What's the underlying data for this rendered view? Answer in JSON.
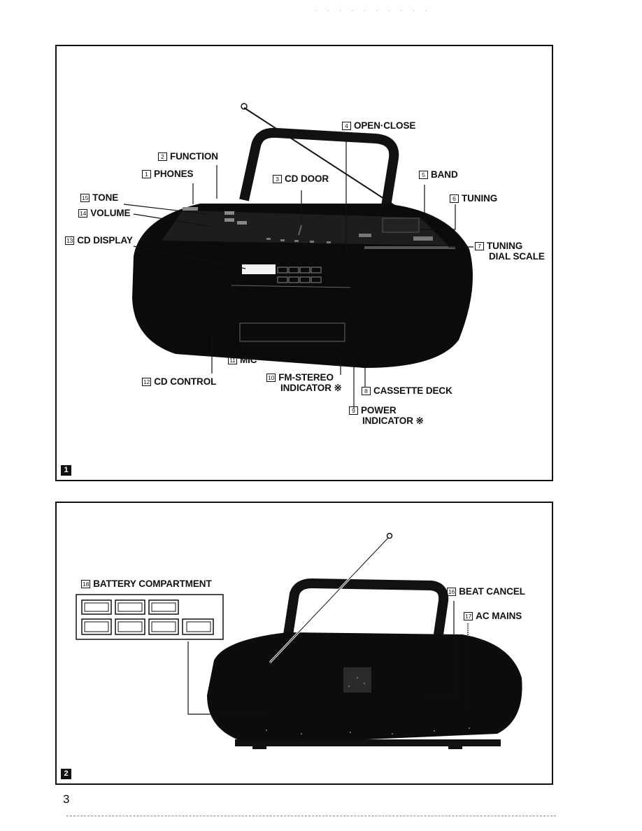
{
  "figure1": {
    "number": "1",
    "labels": {
      "phones": {
        "num": "1",
        "text": "PHONES"
      },
      "function": {
        "num": "2",
        "text": "FUNCTION"
      },
      "cd_door": {
        "num": "3",
        "text": "CD DOOR"
      },
      "open_close": {
        "num": "4",
        "text": "OPEN·CLOSE"
      },
      "band": {
        "num": "5",
        "text": "BAND"
      },
      "tuning": {
        "num": "6",
        "text": "TUNING"
      },
      "tuning_dial": {
        "num": "7",
        "text": "TUNING",
        "text2": "DIAL SCALE"
      },
      "cassette": {
        "num": "8",
        "text": "CASSETTE DECK"
      },
      "power": {
        "num": "9",
        "text": "POWER",
        "text2": "INDICATOR ※"
      },
      "fm_stereo": {
        "num": "10",
        "text": "FM-STEREO",
        "text2": "INDICATOR ※"
      },
      "mic": {
        "num": "11",
        "text": "MIC"
      },
      "cd_control": {
        "num": "12",
        "text": "CD CONTROL"
      },
      "cd_display": {
        "num": "13",
        "text": "CD DISPLAY"
      },
      "volume": {
        "num": "14",
        "text": "VOLUME"
      },
      "tone": {
        "num": "15",
        "text": "TONE"
      }
    }
  },
  "figure2": {
    "number": "2",
    "labels": {
      "beat_cancel": {
        "num": "16",
        "text": "BEAT CANCEL"
      },
      "ac_mains": {
        "num": "17",
        "text": "AC MAINS"
      },
      "battery": {
        "num": "18",
        "text": "BATTERY COMPARTMENT"
      }
    }
  },
  "page_number": "3"
}
